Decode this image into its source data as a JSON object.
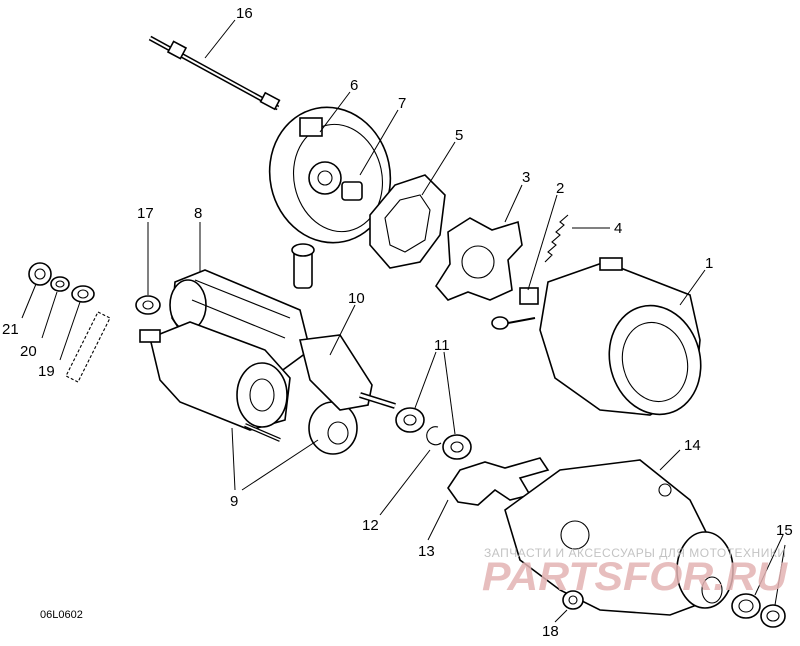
{
  "diagram": {
    "drawing_code": "06L0602",
    "callouts": [
      "1",
      "2",
      "3",
      "4",
      "5",
      "6",
      "7",
      "8",
      "9",
      "10",
      "11",
      "12",
      "13",
      "14",
      "15",
      "16",
      "17",
      "18",
      "19",
      "20",
      "21"
    ]
  },
  "watermark": {
    "top_text": "ЗАПЧАСТИ И АКСЕССУАРЫ ДЛЯ МОТОТЕХНИКИ",
    "main_text": "PARTSFOR.RU"
  }
}
